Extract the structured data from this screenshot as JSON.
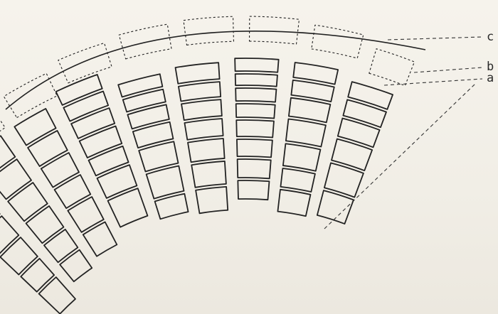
{
  "figure": {
    "labels": {
      "c": "c",
      "b": "b",
      "a": "a"
    },
    "colors": {
      "ink": "#222222",
      "paper": "#f4f1ea",
      "dashed": "#333333"
    }
  }
}
